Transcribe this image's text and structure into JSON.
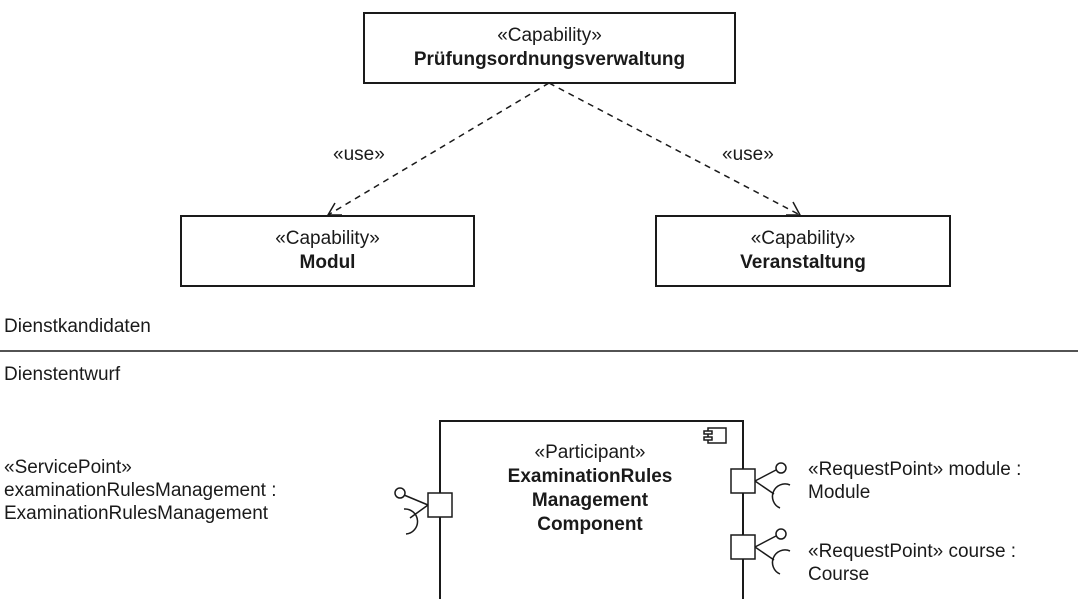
{
  "upper_partition": {
    "label": "Dienstkandidaten",
    "root": {
      "stereotype": "«Capability»",
      "name": "Prüfungsordnungsverwaltung"
    },
    "left": {
      "stereotype": "«Capability»",
      "name": "Modul"
    },
    "right": {
      "stereotype": "«Capability»",
      "name": "Veranstaltung"
    },
    "use_left": "«use»",
    "use_right": "«use»"
  },
  "lower_partition": {
    "label": "Dienstentwurf",
    "component": {
      "stereotype": "«Participant»",
      "name_lines": [
        "ExaminationRules",
        "Management",
        "Component"
      ],
      "icon": "component-icon"
    },
    "service_point": {
      "line1": "«ServicePoint»",
      "line2": "examinationRulesManagement :",
      "line3": "ExaminationRulesManagement"
    },
    "request_points": [
      {
        "line1": "«RequestPoint» module :",
        "line2": "Module"
      },
      {
        "line1": "«RequestPoint» course :",
        "line2": "Course"
      }
    ]
  }
}
